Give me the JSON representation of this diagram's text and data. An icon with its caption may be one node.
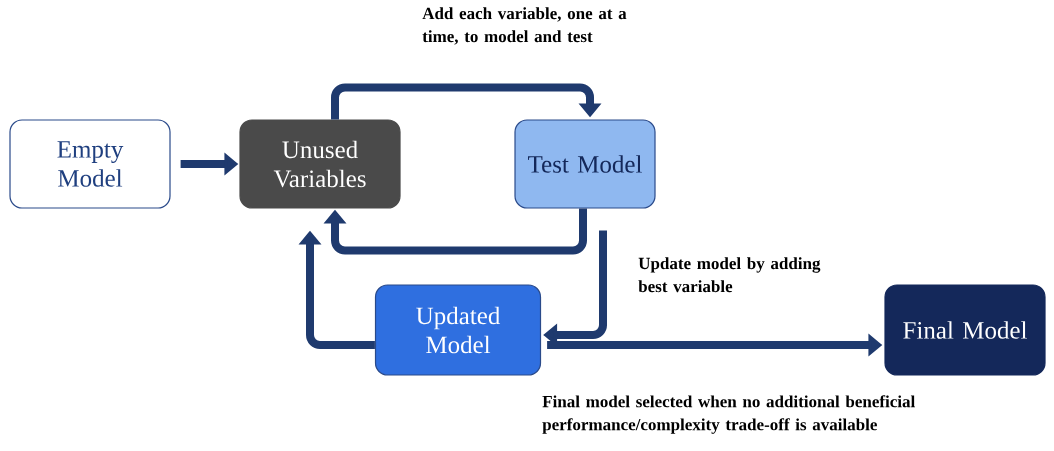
{
  "diagram": {
    "nodes": [
      {
        "text": [
          "Empty Model"
        ]
      },
      {
        "text": [
          "Unused Variables"
        ]
      },
      {
        "text": [
          "Test Model"
        ]
      },
      {
        "text": [
          "Updated Model"
        ]
      },
      {
        "text": [
          "Final Model"
        ]
      }
    ],
    "edges": [
      {
        "from": 0,
        "to": 1,
        "arrow": "to"
      },
      {
        "from": 1,
        "to": 2,
        "arrow": "to",
        "label": "Add each variable, one at a time, to model and test"
      },
      {
        "from": 2,
        "to": 1,
        "arrow": "to"
      },
      {
        "from": 2,
        "to": 3,
        "arrow": "to",
        "label": "Update model by adding best variable"
      },
      {
        "from": 3,
        "to": 1,
        "arrow": "to"
      },
      {
        "from": 3,
        "to": 4,
        "arrow": "to",
        "label": "Final model selected when no additional beneficial performance/complexity trade-off is available"
      }
    ]
  }
}
